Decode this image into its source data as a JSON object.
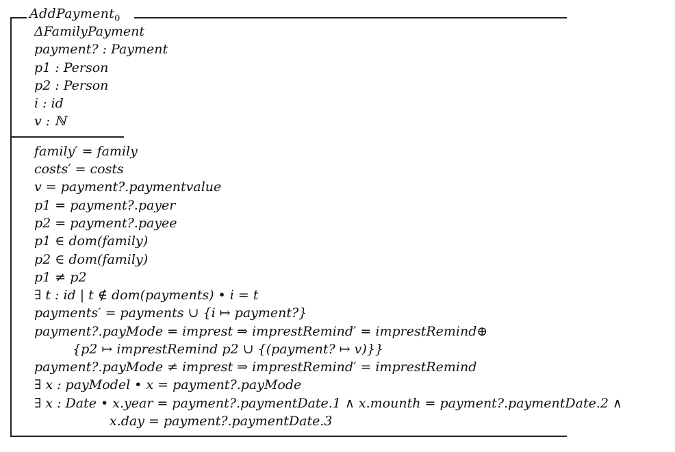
{
  "schema": {
    "name": "AddPayment",
    "name_subscript": "0",
    "declarations": [
      "ΔFamilyPayment",
      "payment? : Payment",
      "p1 : Person",
      "p2 : Person",
      "i : id",
      "v : ℕ"
    ],
    "predicates": [
      "family′ = family",
      "costs′ = costs",
      "v = payment?.paymentvalue",
      "p1 = payment?.payer",
      "p2 = payment?.payee",
      "p1 ∈ dom(family)",
      "p2 ∈ dom(family)",
      "p1 ≠ p2",
      "∃ t : id | t ∉ dom(payments) • i = t",
      "payments′ = payments ∪ {i ↦ payment?}",
      "payment?.payMode = imprest ⇒ imprestRemind′ = imprestRemind⊕",
      "{p2 ↦ imprestRemind p2 ∪ {(payment? ↦ v)}}",
      "payment?.payMode ≠ imprest ⇒ imprestRemind′ = imprestRemind",
      "∃ x : payModel • x = payment?.payMode",
      "∃ x : Date • x.year = payment?.paymentDate.1 ∧ x.mounth = payment?.paymentDate.2 ∧",
      "x.day = payment?.paymentDate.3"
    ]
  }
}
